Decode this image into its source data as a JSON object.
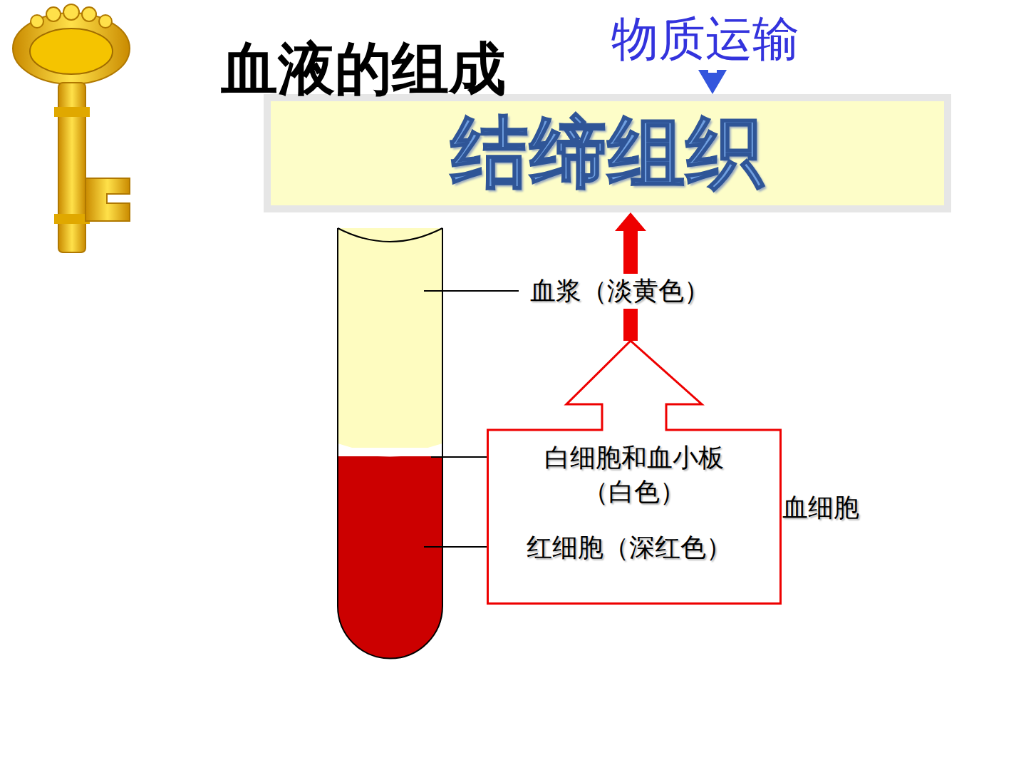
{
  "diagram": {
    "title": "血液的组成",
    "nodes": [
      {
        "text": [
          "物质运输"
        ]
      },
      {
        "text": [
          "结缔组织"
        ]
      },
      {
        "text": [
          "白细胞和血小板 （白色）",
          "红细胞（深红色）"
        ]
      }
    ],
    "edges": [
      {
        "from": 0,
        "to": 1,
        "arrow": "to"
      },
      {
        "from": 2,
        "to": 1,
        "arrow": "to"
      }
    ],
    "labels": [
      "血浆（淡黄色）",
      "血细胞"
    ]
  }
}
